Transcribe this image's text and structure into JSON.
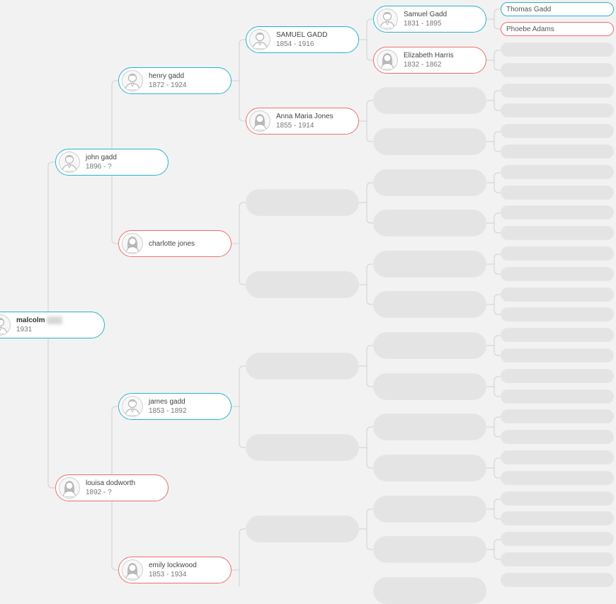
{
  "colors": {
    "male_border": "#2ab3d0",
    "female_border": "#ee6e6e",
    "placeholder": "#e4e4e4",
    "background": "#f2f2f2",
    "line": "#d0d0d0"
  },
  "root": {
    "name": "malcolm",
    "years": "1931",
    "gender": "male",
    "avatar_icon": "male-avatar-icon"
  },
  "gen1": {
    "father": {
      "name": "john gadd",
      "years": "1896 - ?",
      "gender": "male"
    },
    "mother": {
      "name": "louisa dodworth",
      "years": "1892 - ?",
      "gender": "female"
    }
  },
  "gen2": {
    "paternal_grandfather": {
      "name": "henry gadd",
      "years": "1872 - 1924",
      "gender": "male"
    },
    "paternal_grandmother": {
      "name": "charlotte jones",
      "years": "",
      "gender": "female"
    },
    "maternal_grandfather": {
      "name": "james gadd",
      "years": "1853 - 1892",
      "gender": "male"
    },
    "maternal_grandmother": {
      "name": "emily lockwood",
      "years": "1853 - 1934",
      "gender": "female"
    }
  },
  "gen3": {
    "ggf": {
      "name": "SAMUEL GADD",
      "years": "1854 - 1916",
      "gender": "male"
    },
    "ggm": {
      "name": "Anna Maria Jones",
      "years": "1855 - 1914",
      "gender": "female"
    }
  },
  "gen4": {
    "gggf": {
      "name": "Samuel Gadd",
      "years": "1831 - 1895",
      "gender": "male"
    },
    "gggm": {
      "name": "Elizabeth Harris",
      "years": "1832 - 1862",
      "gender": "female"
    }
  },
  "gen5": {
    "ggggf": {
      "name": "Thomas Gadd",
      "gender": "male"
    },
    "ggggm": {
      "name": "Phoebe Adams",
      "gender": "female"
    }
  }
}
